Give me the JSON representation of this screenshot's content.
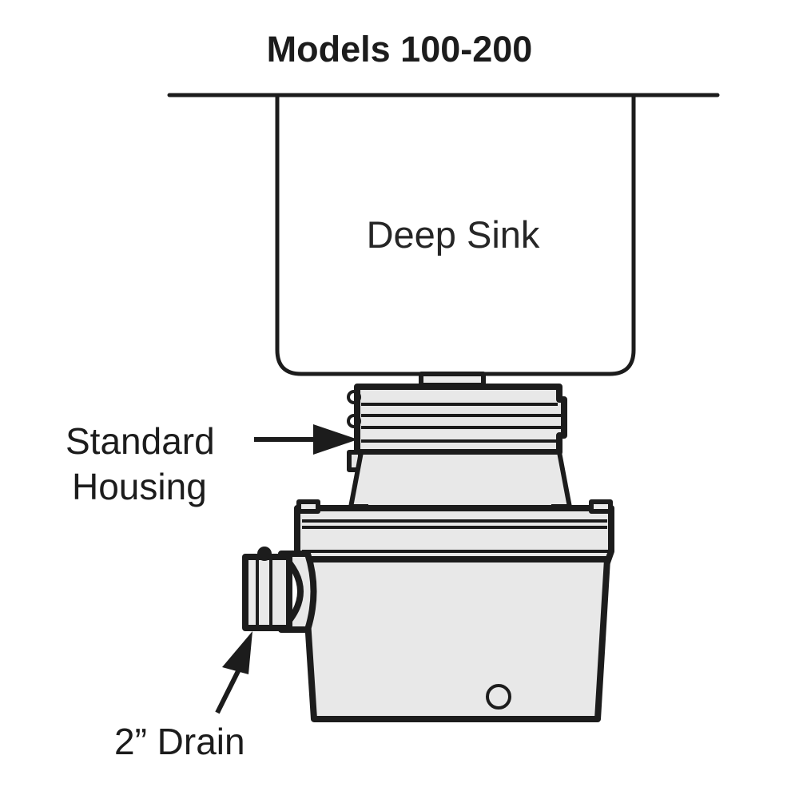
{
  "title": "Models 100-200",
  "labels": {
    "sink": "Deep Sink",
    "housing_line1": "Standard",
    "housing_line2": "Housing",
    "drain": "2” Drain"
  },
  "annotations": {
    "housing_arrow": "arrow-right-icon",
    "drain_arrow": "arrow-up-right-icon"
  },
  "colors": {
    "ink": "#1c1c1c",
    "fill_light": "#e8e8e8",
    "fill_panel": "#ececec",
    "background": "#ffffff"
  },
  "components": [
    {
      "name": "countertop",
      "description": "horizontal counter surface line"
    },
    {
      "name": "deep-sink-basin",
      "description": "deep sink basin outline with rounded bottom corners"
    },
    {
      "name": "sink-outlet-connector",
      "description": "small connector block under sink"
    },
    {
      "name": "standard-housing-collar",
      "description": "ribbed collar at top of housing"
    },
    {
      "name": "standard-housing-neck",
      "description": "tapered neck of housing"
    },
    {
      "name": "housing-flange",
      "description": "wide banded flange of main body"
    },
    {
      "name": "housing-body",
      "description": "main tapered body of the housing"
    },
    {
      "name": "drain-outlet-pipe",
      "description": "2 inch drain pipe stub on the left"
    },
    {
      "name": "body-plug",
      "description": "small round plug on body face"
    }
  ]
}
